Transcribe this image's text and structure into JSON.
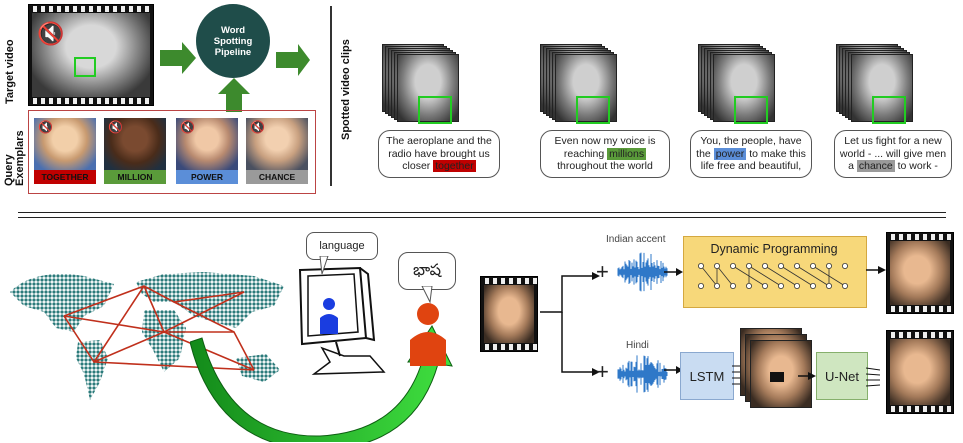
{
  "top": {
    "target_video_label": "Target video",
    "query_exemplars_label": "Query\nExemplars",
    "spotted_clips_label": "Spotted video clips",
    "pipeline_label": "Word\nSpotting\nPipeline",
    "queries": [
      {
        "word": "TOGETHER",
        "color": "#c00000"
      },
      {
        "word": "MILLION",
        "color": "#5a9b3a"
      },
      {
        "word": "POWER",
        "color": "#5b8ed8"
      },
      {
        "word": "CHANCE",
        "color": "#9a9a9a"
      }
    ],
    "captions": [
      {
        "pre": "The aeroplane and the radio have brought us closer",
        "hl": "together",
        "post": ""
      },
      {
        "pre": "Even now my voice is reaching",
        "hl": "millions",
        "post": "throughout the world"
      },
      {
        "pre": "You, the people, have the",
        "hl": "power",
        "post": "to make this life free and beautiful,"
      },
      {
        "pre": "Let us fight for a new world - ... will give men a",
        "hl": "chance",
        "post": "to work -"
      }
    ]
  },
  "bottom": {
    "bubble_english": "language",
    "bubble_telugu": "భాష",
    "indian_accent_label": "Indian accent",
    "hindi_label": "Hindi",
    "dp_label": "Dynamic Programming",
    "lstm_label": "LSTM",
    "unet_label": "U-Net",
    "plus": "+",
    "colors": {
      "dp_fill": "#f7d87a",
      "lstm_fill": "#c9dcf2",
      "unet_fill": "#cfe6c0",
      "wave": "#2f78c8"
    }
  }
}
